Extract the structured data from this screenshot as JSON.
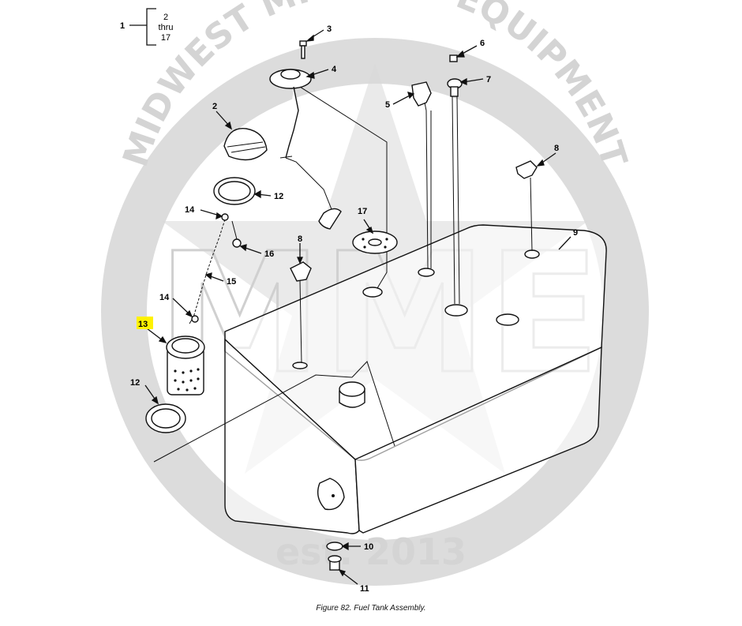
{
  "figure": {
    "caption": "Figure 82.  Fuel Tank Assembly."
  },
  "assembly_bracket": {
    "item": "1",
    "range_start": "2",
    "range_word": "thru",
    "range_end": "17"
  },
  "callouts": {
    "c2": "2",
    "c3": "3",
    "c4": "4",
    "c5": "5",
    "c6": "6",
    "c7": "7",
    "c8a": "8",
    "c8b": "8",
    "c9": "9",
    "c10": "10",
    "c11": "11",
    "c12a": "12",
    "c12b": "12",
    "c13": "13",
    "c14a": "14",
    "c14b": "14",
    "c15": "15",
    "c16": "16",
    "c17": "17"
  },
  "highlight": {
    "callout": "13",
    "color": "#fff200"
  },
  "watermark": {
    "arc_text": "MIDWEST MILITARY EQUIPMENT",
    "letters": "MME",
    "established": "est. 2013",
    "color": "#d9d9d9"
  }
}
